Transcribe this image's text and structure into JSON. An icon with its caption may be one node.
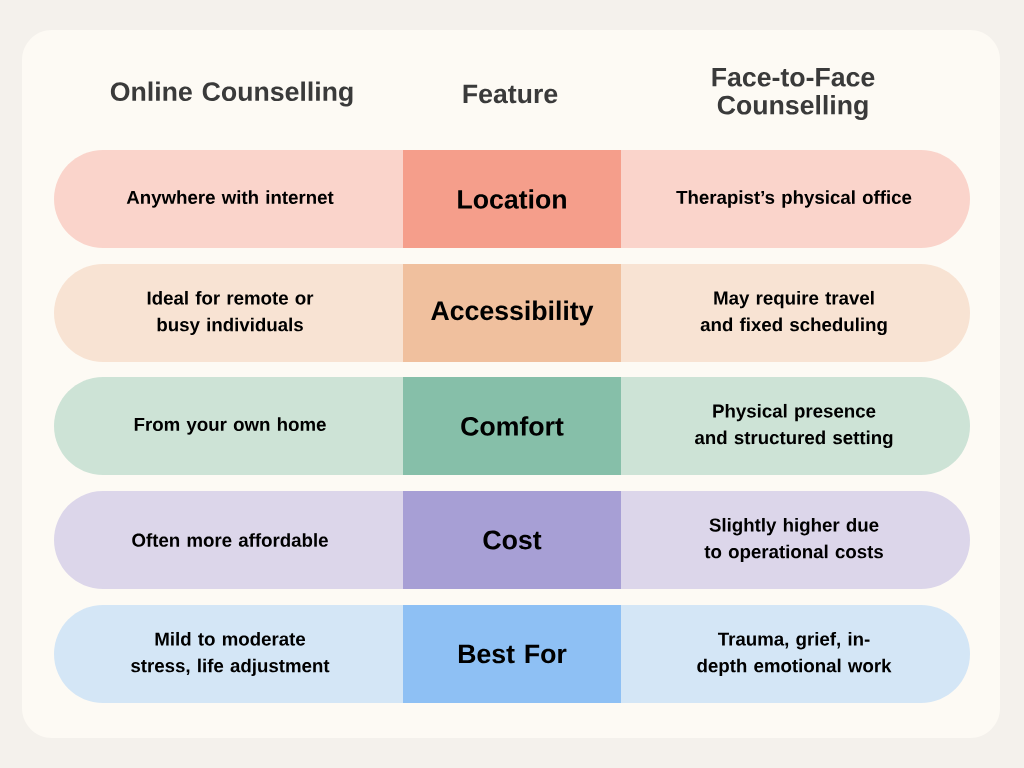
{
  "diagram": {
    "nodes": [
      {
        "text": [
          "Anywhere with internet"
        ]
      },
      {
        "text": [
          "Location"
        ]
      },
      {
        "text": [
          "Therapist’s physical office"
        ]
      },
      {
        "text": [
          "Ideal for remote or busy individuals"
        ]
      },
      {
        "text": [
          "Accessibility"
        ]
      },
      {
        "text": [
          "May require travel and fixed scheduling"
        ]
      },
      {
        "text": [
          "From your own home"
        ]
      },
      {
        "text": [
          "Comfort"
        ]
      },
      {
        "text": [
          "Physical presence and structured setting"
        ]
      },
      {
        "text": [
          "Often more affordable"
        ]
      },
      {
        "text": [
          "Cost"
        ]
      },
      {
        "text": [
          "Slightly higher due to operational costs"
        ]
      },
      {
        "text": [
          "Mild to moderate stress, life adjustment"
        ]
      },
      {
        "text": [
          "Best For"
        ]
      },
      {
        "text": [
          "Trauma, grief, in-depth emotional work"
        ]
      }
    ],
    "labels": [
      "Online Counselling",
      "Feature",
      "Face-to-Face Counselling"
    ]
  }
}
